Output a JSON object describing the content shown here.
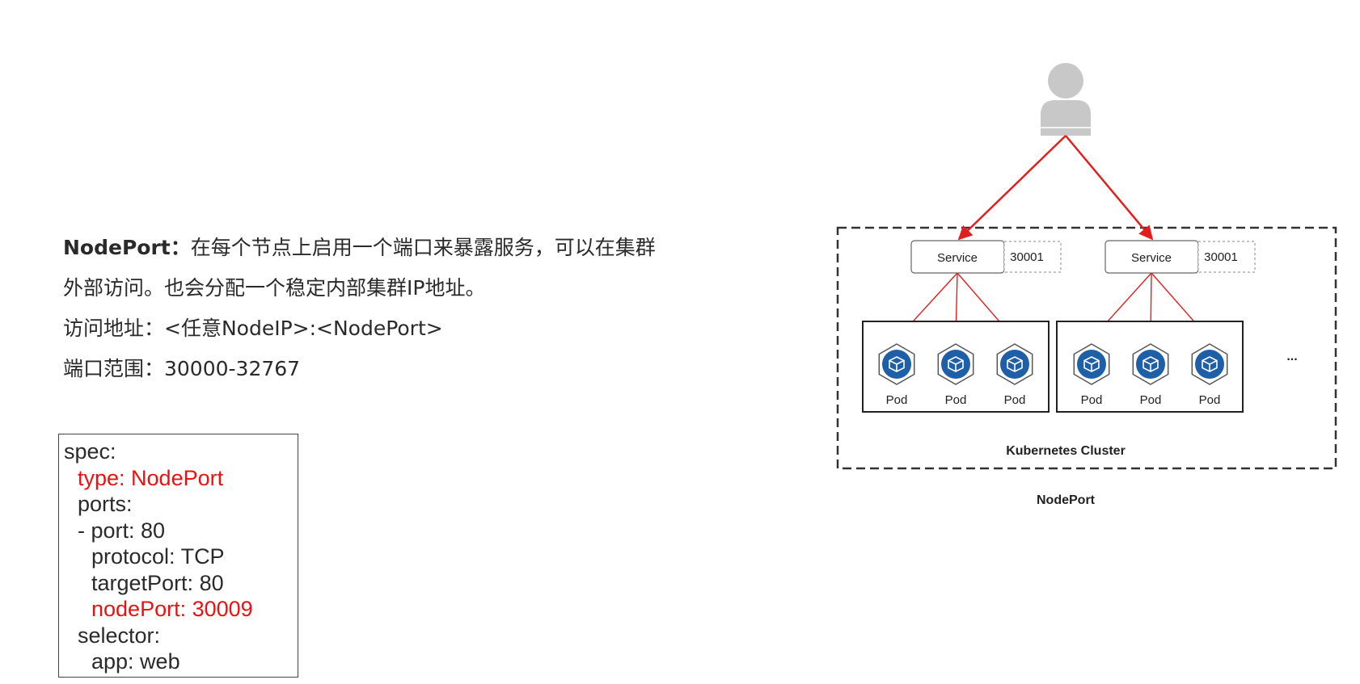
{
  "description": {
    "term": "NodePort：",
    "definition_line1": "在每个节点上启用一个端口来暴露服务，可以在集群",
    "definition_line2": "外部访问。也会分配一个稳定内部集群IP地址。",
    "access_address": "访问地址：<任意NodeIP>:<NodePort>",
    "port_range": "端口范围：30000-32767"
  },
  "yaml": [
    {
      "text": "spec:",
      "indent": 0,
      "highlight": false
    },
    {
      "text": "type: NodePort",
      "indent": 1,
      "highlight": true
    },
    {
      "text": "ports:",
      "indent": 1,
      "highlight": false
    },
    {
      "text": "- port: 80",
      "indent": 1,
      "highlight": false
    },
    {
      "text": "protocol: TCP",
      "indent": 2,
      "highlight": false
    },
    {
      "text": "targetPort: 80",
      "indent": 2,
      "highlight": false
    },
    {
      "text": "nodePort: 30009",
      "indent": 2,
      "highlight": true
    },
    {
      "text": "selector:",
      "indent": 1,
      "highlight": false
    },
    {
      "text": "app: web",
      "indent": 2,
      "highlight": false
    }
  ],
  "diagram": {
    "services": [
      {
        "label": "Service",
        "port": "30001"
      },
      {
        "label": "Service",
        "port": "30001"
      }
    ],
    "pod_label": "Pod",
    "pods_per_node": 3,
    "ellipsis": "...",
    "cluster_label": "Kubernetes Cluster",
    "caption": "NodePort",
    "colors": {
      "arrow": "#e0201f",
      "highlight": "#ee1010",
      "pod_icon": "#1f5fa8",
      "user_icon": "#c8c8c8"
    }
  }
}
